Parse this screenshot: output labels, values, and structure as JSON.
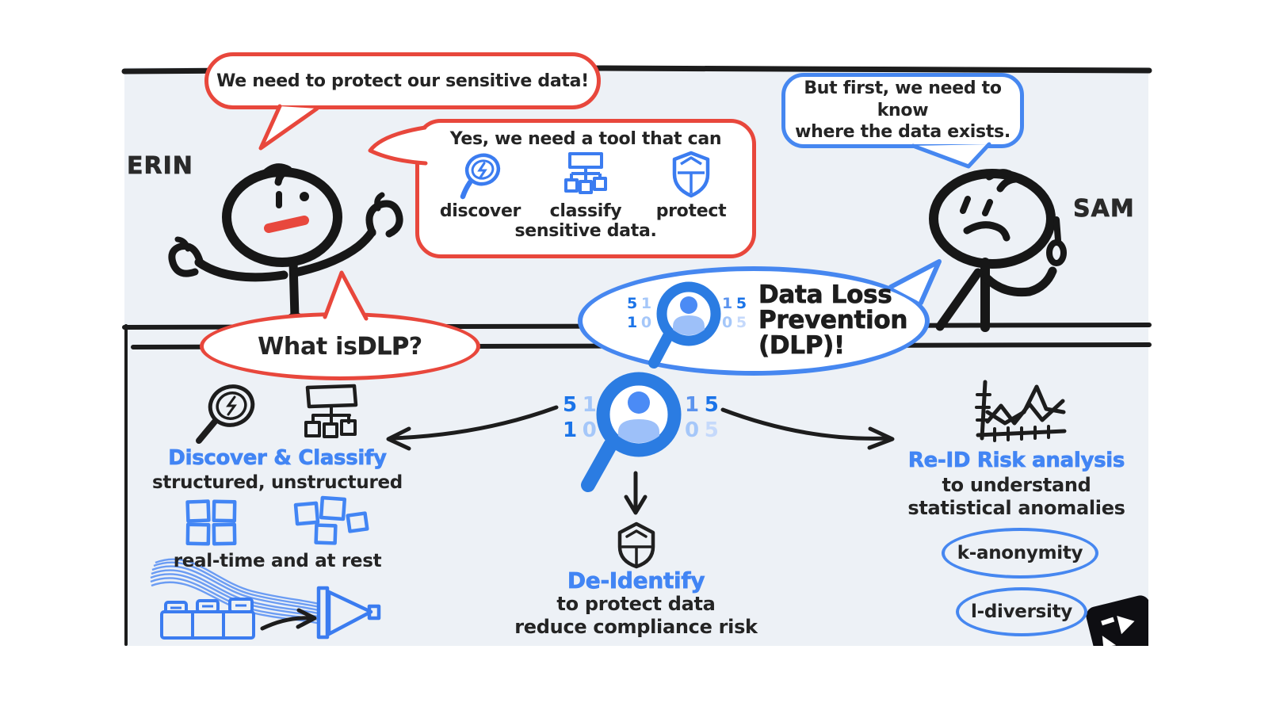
{
  "palette": {
    "red": "#e8473c",
    "blue": "#4285f4",
    "blue_bubble": "#4687f0",
    "ink": "#202124",
    "panel_bg": "#edf1f6"
  },
  "characters": {
    "erin_label": "ERIN",
    "sam_label": "SAM"
  },
  "bubbles": {
    "erin_main": "We need to protect our sensitive data!",
    "tool": {
      "intro": "Yes, we need a tool that can",
      "items": [
        {
          "icon": "magnifier-icon",
          "label": "discover"
        },
        {
          "icon": "org-chart-icon",
          "label": "classify"
        },
        {
          "icon": "shield-icon",
          "label": "protect"
        }
      ],
      "outro": "sensitive data."
    },
    "sam_main": "But first, we need to know\nwhere the data exists.",
    "question": {
      "prefix": "What is ",
      "emphasis": "DLP",
      "suffix": "?"
    },
    "answer": "Data Loss\nPrevention\n(DLP)!"
  },
  "dlp_digits": {
    "left_top": [
      "5",
      "1"
    ],
    "left_bottom": [
      "1",
      "0"
    ],
    "right_top": [
      "1",
      "5"
    ],
    "right_bottom": [
      "0",
      "5"
    ]
  },
  "flow": {
    "left": {
      "title": "Discover & Classify",
      "subtitle": "structured, unstructured",
      "caption": "real-time and at rest",
      "icons": [
        "magnifier-sketch-icon",
        "org-chart-sketch-icon",
        "structured-grid-icon",
        "unstructured-squares-icon",
        "data-stream-icon",
        "folders-icon",
        "funnel-icon"
      ]
    },
    "center": {
      "title": "De-Identify",
      "lines": "to protect data\nreduce compliance risk",
      "icons": [
        "dlp-magnifier-icon",
        "shield-sketch-icon"
      ]
    },
    "right": {
      "title": "Re-ID Risk analysis",
      "lines": "to understand\nstatistical anomalies",
      "tags": [
        "k-anonymity",
        "l-diversity"
      ],
      "icons": [
        "line-chart-sketch-icon"
      ]
    }
  }
}
